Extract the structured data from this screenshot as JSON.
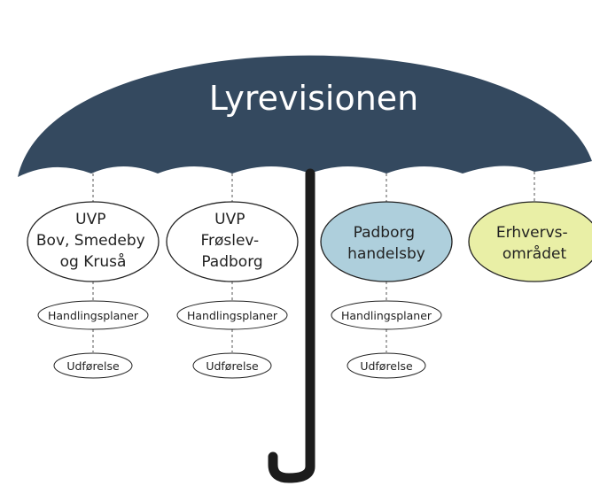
{
  "title": "Lyrevisionen",
  "colors": {
    "canopy": "#34495f",
    "handle": "#1c1c1c",
    "title_text": "#ffffff",
    "outline": "#222222",
    "dash": "#555555",
    "padborg_fill": "#aecfdc",
    "erhverv_fill": "#e9efa6",
    "plain_fill": "#ffffff"
  },
  "branches": [
    {
      "lines": [
        "UVP",
        "Bov, Smedeby",
        "og Kruså"
      ],
      "plans": "Handlingsplaner",
      "execution": "Udførelse"
    },
    {
      "lines": [
        "UVP",
        "Frøslev-",
        "Padborg"
      ],
      "plans": "Handlingsplaner",
      "execution": "Udførelse"
    },
    {
      "lines": [
        "Padborg",
        "handelsby"
      ],
      "plans": "Handlingsplaner",
      "execution": "Udførelse"
    },
    {
      "lines": [
        "Erhvervs-",
        "området"
      ]
    }
  ]
}
